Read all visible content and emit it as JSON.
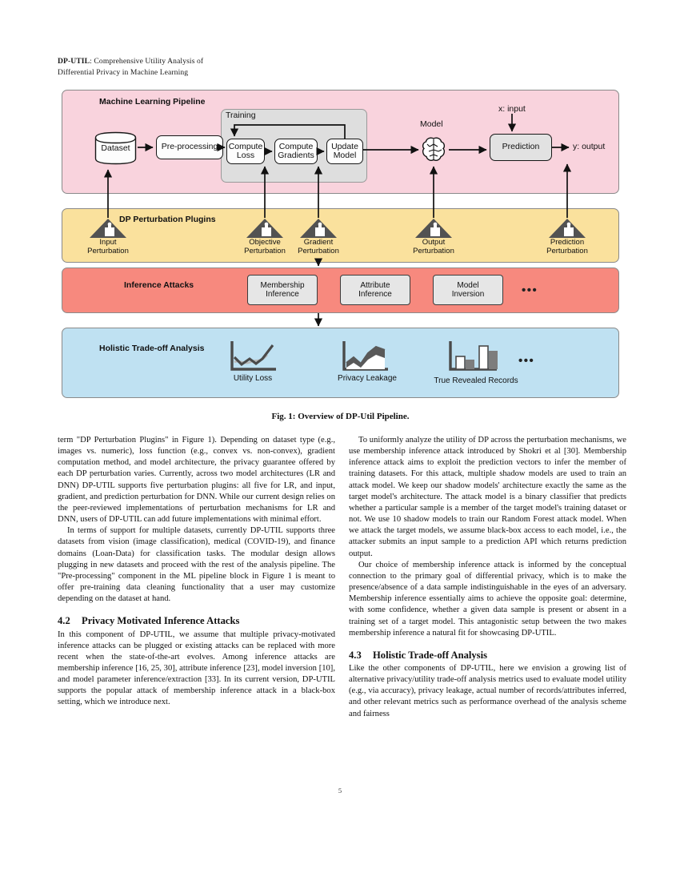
{
  "running_head": {
    "bold": "DP-UTIL",
    "rest": ": Comprehensive Utility Analysis of",
    "line2": "Differential Privacy in Machine Learning"
  },
  "figure": {
    "caption": "Fig. 1: Overview of DP-Util Pipeline.",
    "bands": {
      "ml": {
        "title": "Machine Learning Pipeline",
        "color": "#f9d3dd"
      },
      "dp": {
        "title": "DP Perturbation Plugins",
        "color": "#fae19d"
      },
      "attacks": {
        "title": "Inference  Attacks",
        "color": "#f7897e"
      },
      "tradeoff": {
        "title": "Holistic Trade-off Analysis",
        "color": "#bfe1f2"
      }
    },
    "ml_nodes": {
      "dataset": "Dataset",
      "preprocessing": "Pre-processing",
      "training_label": "Training",
      "compute_loss": "Compute\nLoss",
      "compute_gradients": "Compute\nGradients",
      "update_model": "Update\nModel",
      "model_label": "Model",
      "prediction": "Prediction",
      "x_input": "x: input",
      "y_output": "y: output"
    },
    "plugins": [
      {
        "line1": "Input",
        "line2": "Perturbation"
      },
      {
        "line1": "Objective",
        "line2": "Perturbation"
      },
      {
        "line1": "Gradient",
        "line2": "Perturbation"
      },
      {
        "line1": "Output",
        "line2": "Perturbation"
      },
      {
        "line1": "Prediction",
        "line2": "Perturbation"
      }
    ],
    "attacks": [
      {
        "line1": "Membership",
        "line2": "Inference"
      },
      {
        "line1": "Attribute",
        "line2": "Inference"
      },
      {
        "line1": "Model",
        "line2": "Inversion"
      }
    ],
    "attacks_more": "•••",
    "metrics": [
      {
        "label": "Utility Loss",
        "icon": "line-chart-icon"
      },
      {
        "label": "Privacy Leakage",
        "icon": "area-chart-icon"
      },
      {
        "label": "True Revealed Records",
        "icon": "bar-chart-icon"
      }
    ],
    "metrics_more": "•••"
  },
  "left_column": {
    "p1": "term \"DP Perturbation Plugins\" in Figure 1). Depending on dataset type (e.g., images vs. numeric), loss function (e.g., convex vs. non-convex), gradient computation method, and model architecture, the privacy guarantee offered by each DP perturbation varies. Currently, across two model architectures (LR and DNN) DP-UTIL supports five perturbation plugins: all five for LR, and input, gradient, and prediction perturbation for DNN. While our current design relies on the peer-reviewed implementations of perturbation mechanisms for LR and DNN, users of DP-UTIL can add future implementations with minimal effort.",
    "p2": "In terms of support for multiple datasets, currently DP-UTIL supports three datasets from vision (image classification), medical (COVID-19), and finance domains (Loan-Data) for classification tasks. The modular design allows plugging in new datasets and proceed with the rest of the analysis pipeline. The \"Pre-processing\" component in the ML pipeline block in Figure  1 is meant to offer pre-training data cleaning functionality that a user may customize depending on the dataset at hand.",
    "section_number": "4.2",
    "section_title": "Privacy Motivated Inference Attacks",
    "p3": "In this component of DP-UTIL, we assume that multiple privacy-motivated inference attacks can be plugged or existing attacks can be replaced with more recent when the state-of-the-art evolves. Among inference attacks are membership inference [16, 25, 30], attribute inference [23], model inversion [10], and model parameter inference/extraction [33]. In its current version, DP-UTIL supports the popular attack of membership inference attack in a black-box setting, which we introduce next."
  },
  "right_column": {
    "p1": "To uniformly analyze the utility of DP across the perturbation mechanisms, we use membership inference attack introduced by Shokri et al [30]. Membership inference attack aims to exploit the prediction vectors to infer the member of training datasets. For this attack, multiple shadow models are used to train an attack model. We keep our shadow models' architecture exactly the same as the target model's architecture. The attack model is a binary classifier that predicts whether a particular sample is a member of the target model's training dataset or not. We use 10 shadow models to train our Random Forest attack model. When we attack the target models, we assume black-box access to each model, i.e., the attacker submits an input sample to a prediction API which returns prediction output.",
    "p2": "Our choice of membership inference attack is informed by the conceptual connection to the primary goal of differential privacy, which is to make the presence/absence of a data sample indistinguishable in the eyes of an adversary. Membership inference essentially aims to achieve the opposite goal: determine, with some confidence, whether a given data sample is present or absent in a training set of a target model. This antagonistic setup between the two makes membership inference a natural fit for showcasing DP-UTIL.",
    "section_number": "4.3",
    "section_title": "Holistic Trade-off Analysis",
    "p3": "Like the other components of DP-UTIL, here we envision a growing list of alternative privacy/utility trade-off analysis metrics used to evaluate model utility (e.g., via accuracy), privacy leakage, actual number of records/attributes inferred, and other relevant metrics such as performance overhead of the analysis scheme and fairness"
  },
  "page_number": "5"
}
